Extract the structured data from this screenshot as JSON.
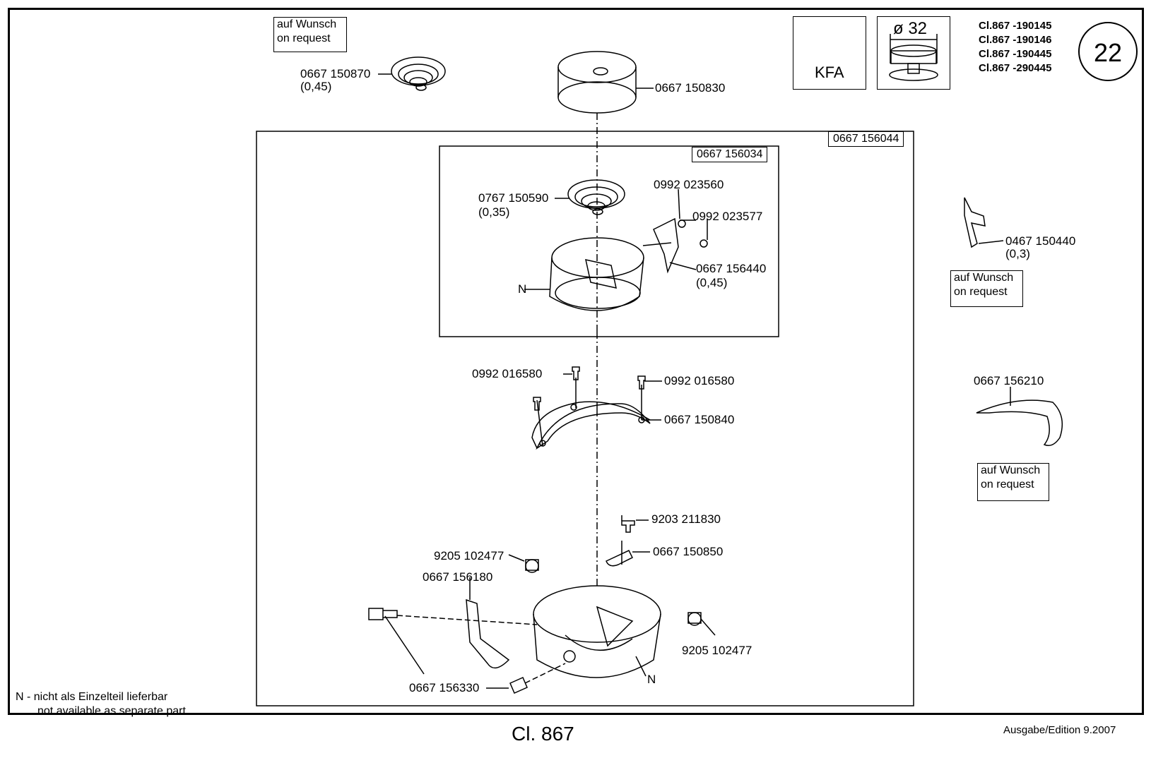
{
  "header": {
    "models": [
      "Cl.867 -190145",
      "Cl.867 -190146",
      "Cl.867 -190445",
      "Cl.867 -290445"
    ],
    "page_number": "22",
    "kfa_label": "KFA",
    "diameter_label": "ø 32"
  },
  "request_boxes": {
    "top": {
      "line1": "auf Wunsch",
      "line2": "on request"
    },
    "right_mid": {
      "line1": "auf Wunsch",
      "line2": "on request"
    },
    "right_low": {
      "line1": "auf Wunsch",
      "line2": "on request"
    }
  },
  "assemblies": {
    "outer": "0667 156044",
    "inner": "0667 156034"
  },
  "parts": {
    "p150870": "0667 150870",
    "p150870_note": "(0,45)",
    "p150830": "0667 150830",
    "p150590": "0767 150590",
    "p150590_note": "(0,35)",
    "p023560": "0992 023560",
    "p023577": "0992 023577",
    "p156440": "0667 156440",
    "p156440_note": "(0,45)",
    "n_label_1": "N",
    "p016580_a": "0992 016580",
    "p016580_b": "0992 016580",
    "p150840": "0667 150840",
    "p211830": "9203 211830",
    "p102477_a": "9205 102477",
    "p150850": "0667 150850",
    "p156180": "0667 156180",
    "p102477_b": "9205 102477",
    "p156330": "0667 156330",
    "n_label_2": "N",
    "p150440": "0467 150440",
    "p150440_note": "(0,3)",
    "p156210": "0667 156210"
  },
  "note": {
    "line1": "N - nicht als Einzelteil lieferbar",
    "line2": "not available as separate part"
  },
  "footer": {
    "title": "Cl. 867",
    "edition": "Ausgabe/Edition  9.2007"
  }
}
